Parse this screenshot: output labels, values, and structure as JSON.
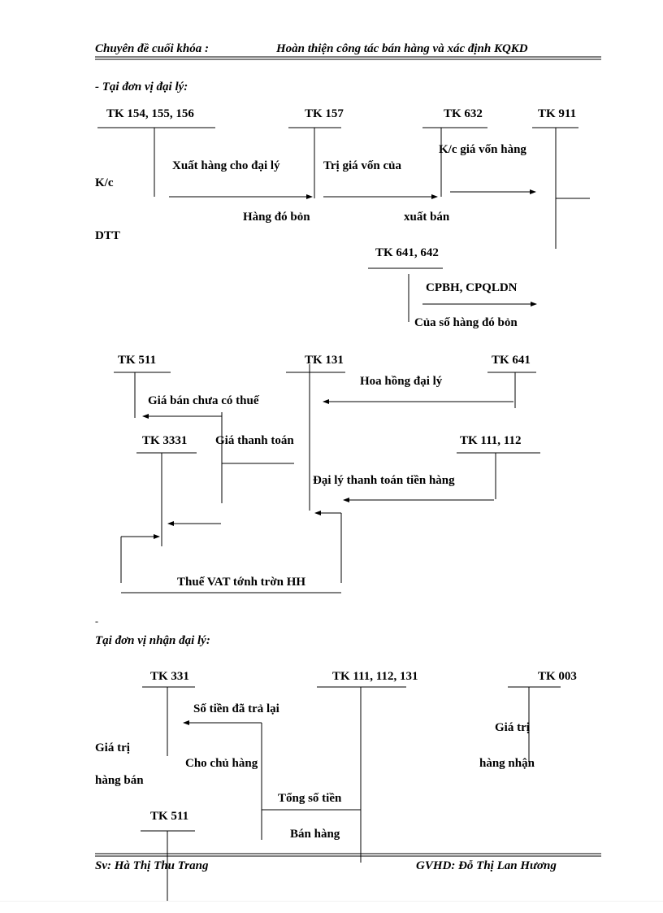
{
  "header": {
    "left": "Chuyên đề cuối khóa :",
    "right": "Hoàn thiện công tác bán hàng và xác định KQKD"
  },
  "section1": {
    "title": "- Tại đơn vị đại lý:",
    "accounts": [
      "TK 154, 155, 156",
      "TK 157",
      "TK 632",
      "TK 911",
      "TK 641, 642"
    ],
    "labels": {
      "kc": "K/c",
      "dtt": "DTT",
      "xuat_hang": "Xuất hàng cho đại lý",
      "tri_gia_von": "Trị giá vốn của",
      "kc_gia_von": "K/c giá vốn hàng",
      "hang_do_bon": "Hàng đó bỏn",
      "xuat_ban": "xuất bán",
      "cpbh": "CPBH, CPQLDN",
      "cua_so_hang": "Của số hàng đó bỏn"
    }
  },
  "section2": {
    "accounts": [
      "TK 511",
      "TK 131",
      "TK 641",
      "TK 3331",
      "TK 111, 112"
    ],
    "labels": {
      "hoa_hong": "Hoa hồng đại lý",
      "gia_ban": "Giá bán chưa có thuế",
      "gia_thanh_toan": "Giá thanh toán",
      "dai_ly_tt": "Đại lý thanh toán tiền hàng",
      "thue_vat": "Thuế VAT tớnh trờn HH"
    }
  },
  "dash": "-",
  "section3": {
    "title": "Tại đơn vị nhận đại lý:",
    "accounts": [
      "TK 331",
      "TK 111, 112, 131",
      "TK 003",
      "TK 511"
    ],
    "labels": {
      "so_tien": "Số tiền đã trả lại",
      "cho_chu_hang": "Cho chủ hàng",
      "gia_tri_hang_ban_1": "Giá trị",
      "gia_tri_hang_ban_2": "hàng bán",
      "gia_tri_hang_nhan_1": "Giá trị",
      "gia_tri_hang_nhan_2": "hàng nhận",
      "tong_so_tien": "Tổng số tiền",
      "ban_hang": "Bán hàng"
    }
  },
  "footer": {
    "left": "Sv: Hà Thị Thu Trang",
    "right": "GVHD: Đỗ Thị Lan Hương"
  }
}
